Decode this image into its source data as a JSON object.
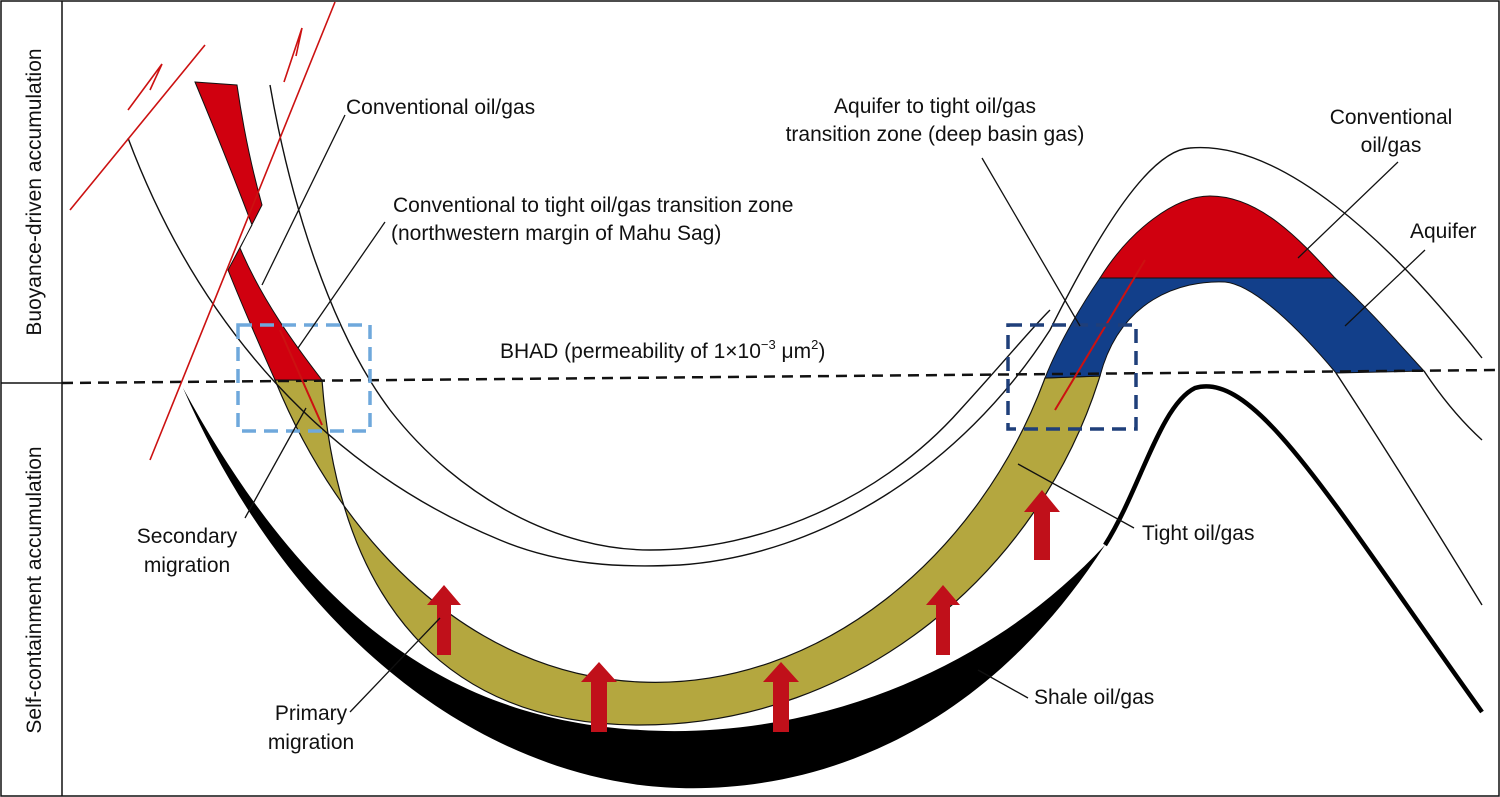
{
  "side_labels": {
    "upper": "Buoyance-driven accumulation",
    "lower": "Self-containment accumulation"
  },
  "labels": {
    "conventional_left": "Conventional oil/gas",
    "transition_left_line1": "Conventional to tight oil/gas transition zone",
    "transition_left_line2": "(northwestern margin of Mahu Sag)",
    "aquifer_transition_line1": "Aquifer to tight oil/gas",
    "aquifer_transition_line2": "transition zone (deep basin gas)",
    "conventional_right_line1": "Conventional",
    "conventional_right_line2": "oil/gas",
    "aquifer": "Aquifer",
    "bhad_prefix": "BHAD (permeability of 1×10",
    "bhad_exp": "−3",
    "bhad_unit": " μm",
    "bhad_unit_exp": "2",
    "bhad_suffix": ")",
    "secondary_line1": "Secondary",
    "secondary_line2": "migration",
    "tight": "Tight oil/gas",
    "primary_line1": "Primary",
    "primary_line2": "migration",
    "shale": "Shale oil/gas"
  },
  "colors": {
    "conventional": "#d0000f",
    "tight": "#b4a73f",
    "aquifer": "#123f8a",
    "shale": "#000000",
    "fault": "#cc1111",
    "migration_arrow": "#c0101a",
    "box_left": "#6fa8dc",
    "box_right": "#1f3f7a"
  }
}
